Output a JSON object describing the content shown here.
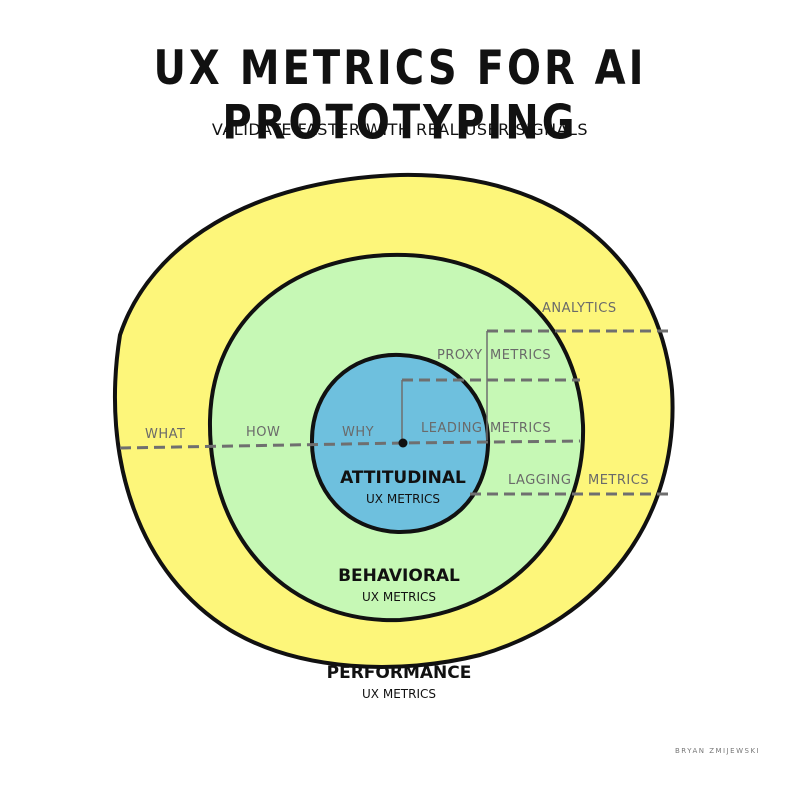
{
  "header": {
    "title": "UX METRICS FOR AI PROTOTYPING",
    "subtitle": "VALIDATE FASTER WITH REAL USER SIGNALS"
  },
  "rings": {
    "outer": {
      "title": "PERFORMANCE",
      "subtitle": "UX METRICS",
      "question": "WHAT",
      "color": "#fdf67a"
    },
    "middle": {
      "title": "BEHAVIORAL",
      "subtitle": "UX METRICS",
      "question": "HOW",
      "color": "#c6f8b5"
    },
    "inner": {
      "title": "ATTITUDINAL",
      "subtitle": "UX METRICS",
      "question": "WHY",
      "color": "#6ec0de"
    }
  },
  "metric_labels": {
    "analytics": "ANALYTICS",
    "proxy": [
      "PROXY",
      "METRICS"
    ],
    "leading": [
      "LEADING",
      "METRICS"
    ],
    "lagging": [
      "LAGGING",
      "METRICS"
    ]
  },
  "credit": "BRYAN ZMIJEWSKI"
}
